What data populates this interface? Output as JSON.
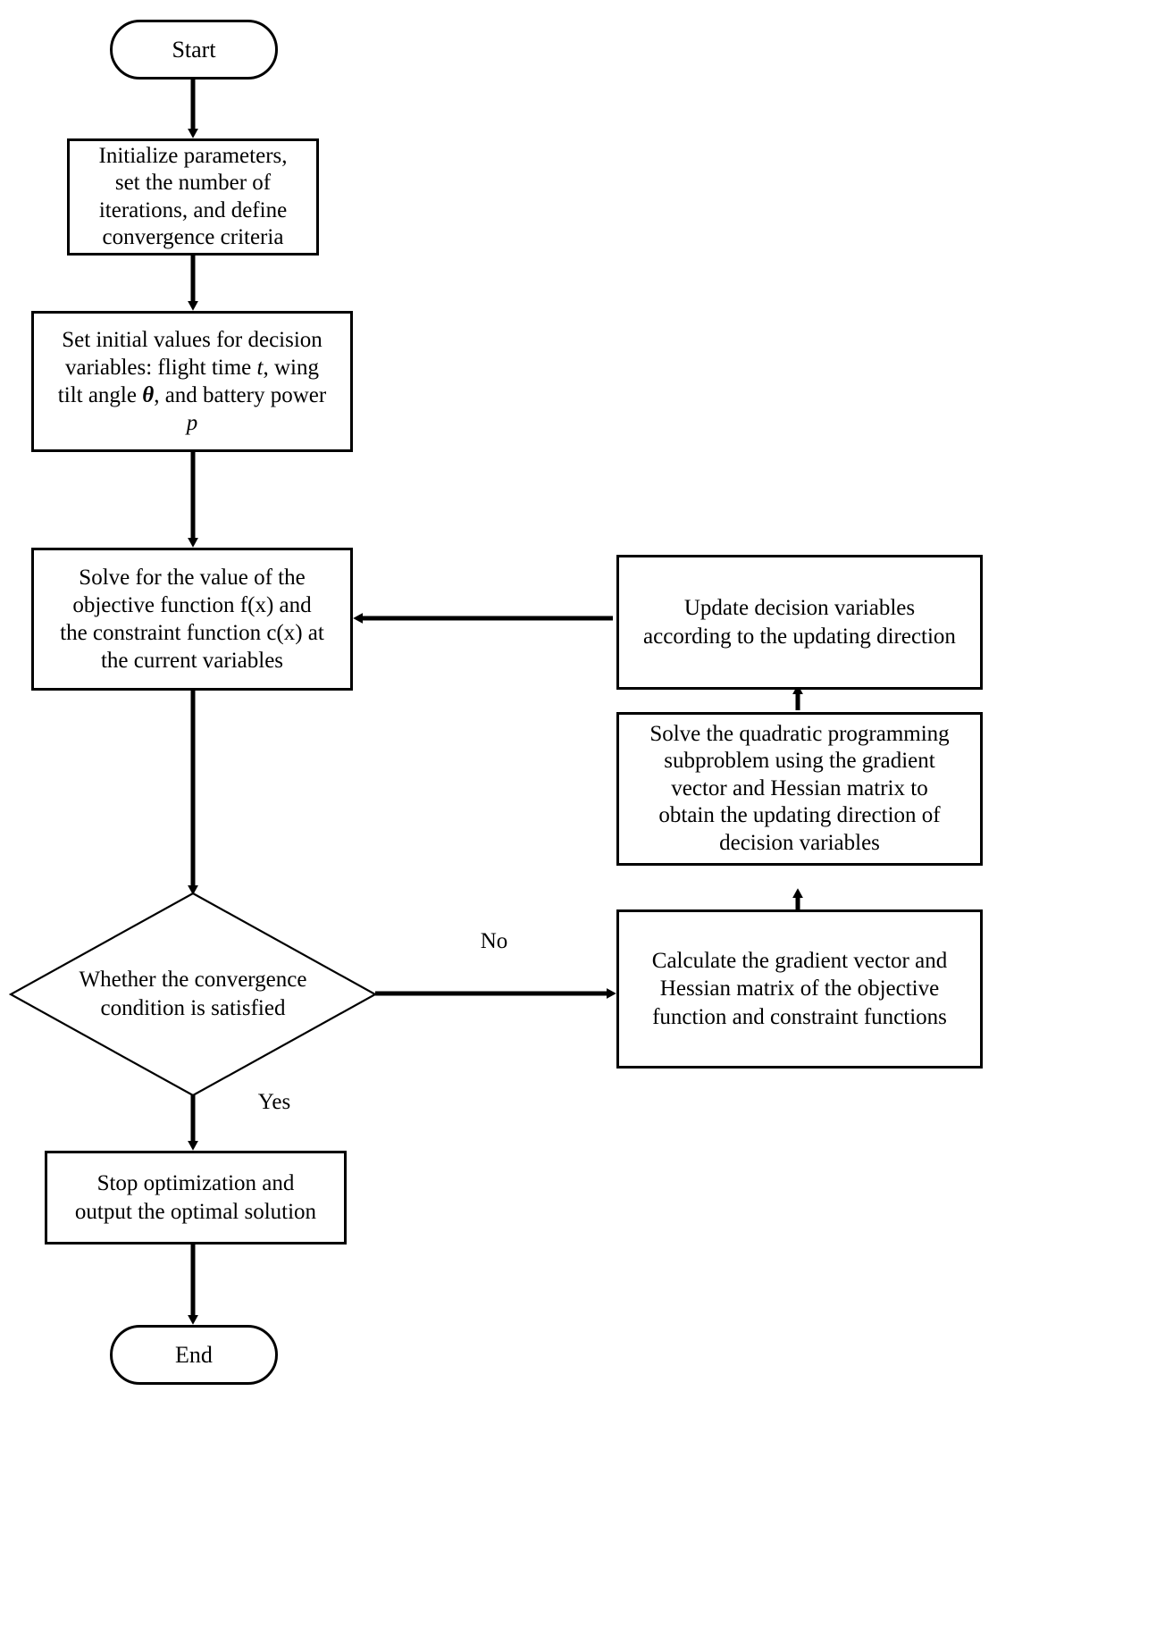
{
  "diagram": {
    "type": "flowchart",
    "title": "Sequential quadratic programming optimization flowchart",
    "orientation": "top-to-bottom with right-hand feedback loop",
    "background_color": "#ffffff",
    "line_color": "#000000",
    "text_color": "#000000"
  },
  "nodes": {
    "start": {
      "label": "Start",
      "shape": "terminator"
    },
    "initialize": {
      "label": "Initialize parameters, set the number of iterations, and define convergence criteria",
      "shape": "process",
      "lines": [
        "Initialize parameters,",
        "set the number of",
        "iterations, and define",
        "convergence criteria"
      ]
    },
    "set_initial": {
      "label": "Set initial values for decision variables: flight time t, wing tilt angle θ, and battery power p",
      "shape": "process",
      "line1": "Set initial values for decision",
      "line2_pre": "variables: flight time ",
      "line2_var": "t",
      "line2_post": ", wing",
      "line3_pre": "tilt angle ",
      "line3_var": "θ",
      "line3_post": ", and battery power",
      "line4_var": "p"
    },
    "solve_value": {
      "label": "Solve for the value of the objective function f(x) and the constraint function c(x) at the current variables",
      "shape": "process",
      "lines": [
        "Solve for the value of the",
        "objective function f(x) and",
        "the constraint function c(x) at",
        "the current variables"
      ]
    },
    "decision": {
      "label": "Whether the convergence condition is satisfied",
      "shape": "decision",
      "lines": [
        "Whether the convergence",
        "condition is satisfied"
      ]
    },
    "stop_optimization": {
      "label": "Stop optimization and output the optimal solution",
      "shape": "process",
      "lines": [
        "Stop optimization and",
        "output the optimal solution"
      ]
    },
    "end": {
      "label": "End",
      "shape": "terminator"
    },
    "calculate_gradient": {
      "label": "Calculate the gradient vector and Hessian matrix of the objective function and constraint functions",
      "shape": "process",
      "lines": [
        "Calculate the gradient vector and",
        "Hessian matrix of the objective",
        "function and constraint functions"
      ]
    },
    "solve_qp": {
      "label": "Solve the quadratic programming subproblem using the gradient vector and Hessian matrix to obtain the updating direction of decision variables",
      "shape": "process",
      "lines": [
        "Solve the quadratic programming",
        "subproblem using the gradient",
        "vector and Hessian matrix to",
        "obtain the updating direction of",
        "decision variables"
      ]
    },
    "update_variables": {
      "label": "Update decision variables according to the updating direction",
      "shape": "process",
      "lines": [
        "Update decision variables",
        "according to the updating direction"
      ]
    }
  },
  "edge_labels": {
    "no": "No",
    "yes": "Yes"
  },
  "edges": [
    {
      "from": "start",
      "to": "initialize",
      "label": ""
    },
    {
      "from": "initialize",
      "to": "set_initial",
      "label": ""
    },
    {
      "from": "set_initial",
      "to": "solve_value",
      "label": ""
    },
    {
      "from": "solve_value",
      "to": "decision",
      "label": ""
    },
    {
      "from": "decision",
      "to": "calculate_gradient",
      "label": "No"
    },
    {
      "from": "decision",
      "to": "stop_optimization",
      "label": "Yes"
    },
    {
      "from": "calculate_gradient",
      "to": "solve_qp",
      "label": ""
    },
    {
      "from": "solve_qp",
      "to": "update_variables",
      "label": ""
    },
    {
      "from": "update_variables",
      "to": "solve_value",
      "label": ""
    },
    {
      "from": "stop_optimization",
      "to": "end",
      "label": ""
    }
  ]
}
